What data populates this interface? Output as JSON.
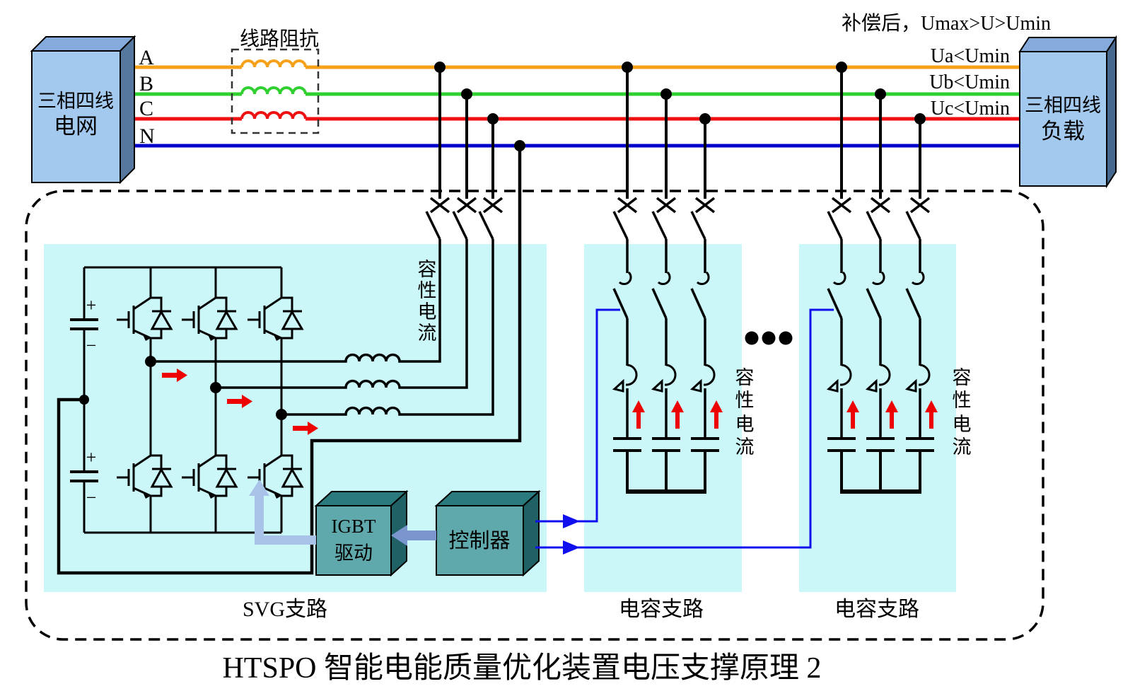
{
  "title": "HTSPO 智能电能质量优化装置电压支撑原理 2",
  "grid_box": {
    "line1": "三相四线",
    "line2": "电网"
  },
  "load_box": {
    "line1": "三相四线",
    "line2": "负载"
  },
  "phase_labels": [
    "A",
    "B",
    "C",
    "N"
  ],
  "impedance_label": "线路阻抗",
  "annotations": {
    "compensated": "补偿后，Umax>U>Umin",
    "ua": "Ua<Umin",
    "ub": "Ub<Umin",
    "uc": "Uc<Umin"
  },
  "branch_labels": {
    "svg": "SVG支路",
    "cap1": "电容支路",
    "cap2": "电容支路"
  },
  "capacitive_label": {
    "chars": [
      "容",
      "性",
      "电",
      "流"
    ],
    "colors": [
      "#EE0000",
      "#EE0000",
      "#111111",
      "#111111"
    ]
  },
  "device_boxes": {
    "igbt_drive_line1": "IGBT",
    "igbt_drive_line2": "驱动",
    "controller": "控制器"
  },
  "cap_symbols": {
    "plus": "+",
    "minus": "−"
  },
  "colors": {
    "phase_a": "#F7A11A",
    "phase_b": "#2FD030",
    "phase_c": "#EE1111",
    "neutral": "#0000CC",
    "control_line": "#1010EE",
    "branch_fill": "#CCF7F8",
    "device_fill": "#5FA8AC",
    "grid_text": "#FF0000",
    "current_arrow": "#EE0000"
  }
}
